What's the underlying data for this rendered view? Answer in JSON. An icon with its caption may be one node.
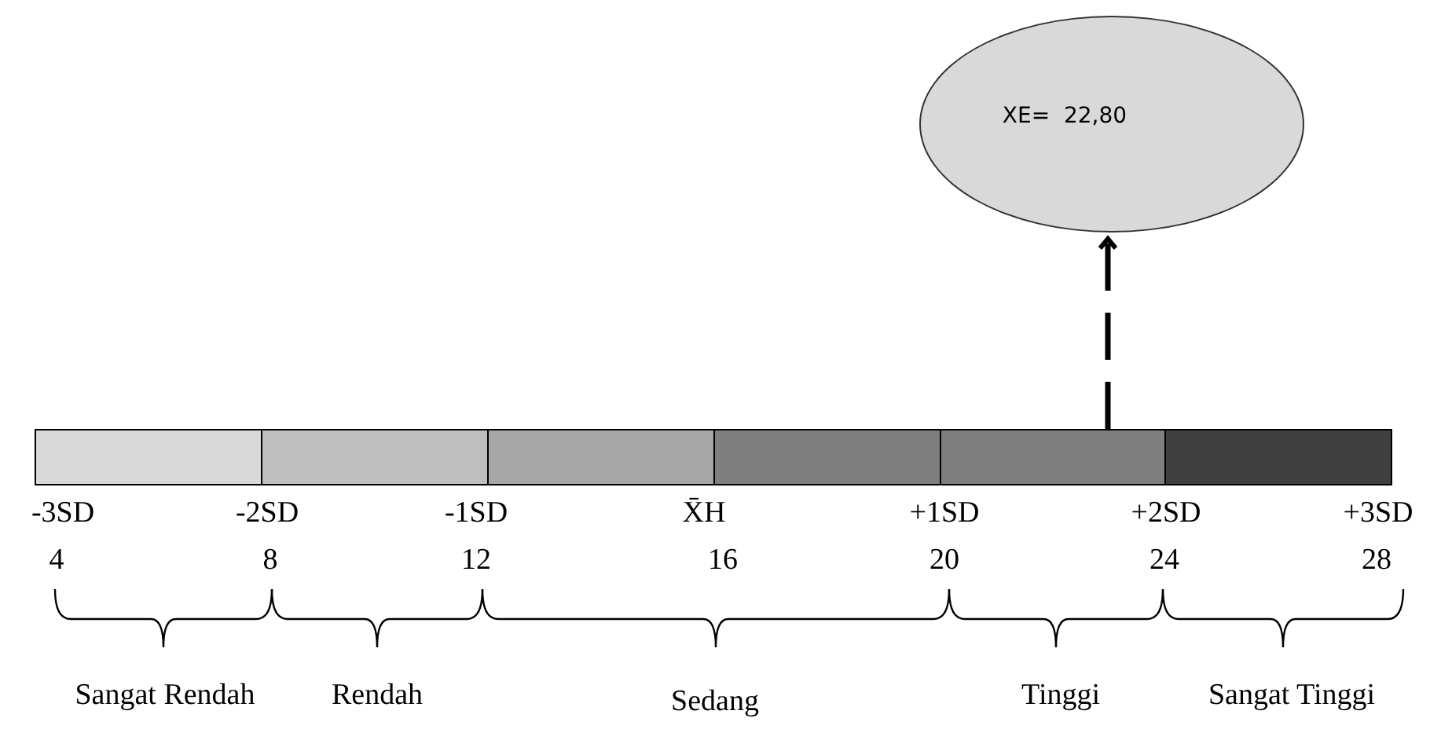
{
  "diagram": {
    "nodes": [
      {
        "text": [
          "XE=  22,80"
        ]
      },
      {
        "text": [],
        "shape": "box"
      },
      {
        "text": [],
        "shape": "box"
      },
      {
        "text": [],
        "shape": "box"
      },
      {
        "text": [],
        "shape": "box"
      },
      {
        "text": [],
        "shape": "box"
      },
      {
        "text": [],
        "shape": "box"
      }
    ],
    "edges": [
      {
        "from": 5,
        "to": 0,
        "arrow": "to",
        "style": "dashed"
      }
    ],
    "labels": [
      "-3SD",
      "-2SD",
      "-1SD",
      "X̄H",
      "+1SD",
      "+2SD",
      "+3SD",
      "4",
      "8",
      "12",
      "16",
      "20",
      "24",
      "28",
      "Sangat Rendah",
      "Rendah",
      "Sedang",
      "Tinggi",
      "Sangat Tinggi"
    ]
  }
}
